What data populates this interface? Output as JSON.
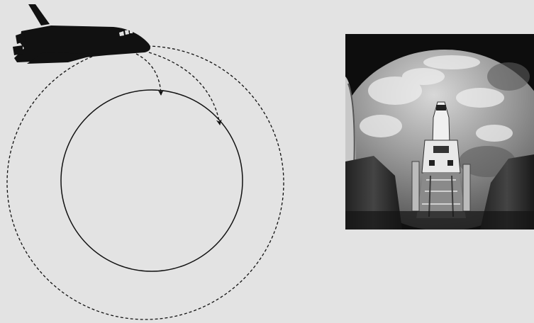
{
  "colors": {
    "background": "#e3e3e3",
    "ink": "#111111",
    "photo_sky": "#0d0d0d",
    "earth_light": "#d9d9d9",
    "earth_dark": "#6e6e6e"
  },
  "figure": {
    "left": {
      "kind": "orbit-transfer-diagram",
      "elements": [
        "space-shuttle-silhouette",
        "outer-dashed-orbit",
        "inner-solid-orbit",
        "transfer-arrow-short",
        "transfer-arrow-long"
      ]
    },
    "right": {
      "kind": "photograph",
      "subject": "space-shuttle-over-earth"
    }
  }
}
